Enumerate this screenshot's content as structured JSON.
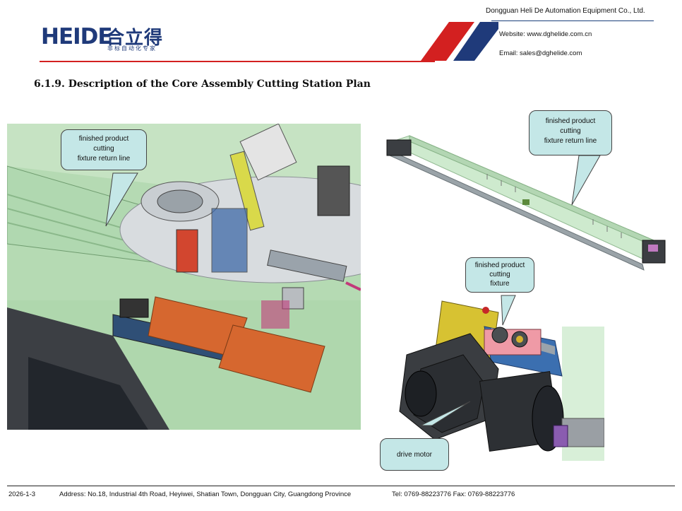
{
  "header": {
    "logo_latin": "HEIDE",
    "logo_chinese": "合立得",
    "logo_tagline": "非标自动化专家",
    "company": "Dongguan Heli De Automation Equipment Co., Ltd.",
    "website": "Website: www.dghelide.com.cn",
    "email": "Email: sales@dghelide.com",
    "colors": {
      "brand_blue": "#1f3a7a",
      "brand_red": "#d32020"
    }
  },
  "title": "6.1.9. Description of the Core Assembly Cutting Station Plan",
  "figures": {
    "left": {
      "callout": [
        "finished product",
        "cutting",
        "fixture return line"
      ]
    },
    "top_right": {
      "callout": [
        "finished product",
        "cutting",
        "fixture return line"
      ]
    },
    "bottom_right": {
      "callout_fixture": [
        "finished product",
        "cutting",
        "fixture"
      ],
      "callout_motor": "drive motor"
    }
  },
  "footer": {
    "date": "2026-1-3",
    "address": "Address: No.18, Industrial 4th Road, Heyiwei, Shatian Town, Dongguan City, Guangdong Province",
    "contact": "Tel: 0769-88223776 Fax: 0769-88223776"
  }
}
